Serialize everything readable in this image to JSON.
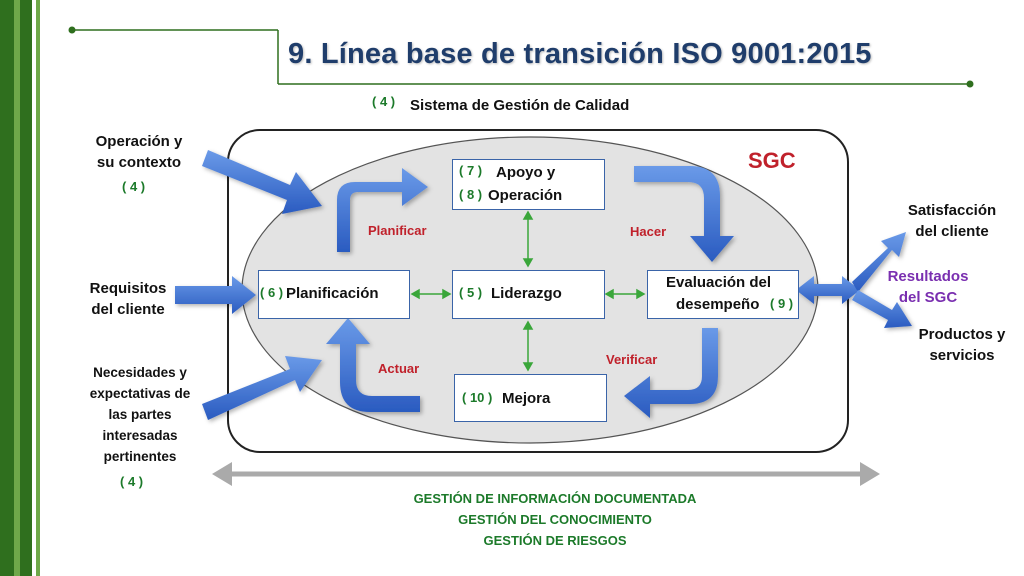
{
  "title": "9. Línea base de transición ISO 9001:2015",
  "sgc_header": {
    "num": "( 4 )",
    "label": "Sistema de Gestión de Calidad"
  },
  "sgc_label": "SGC",
  "inputs": {
    "operacion": {
      "line1": "Operación y",
      "line2": "su contexto",
      "num": "( 4 )"
    },
    "requisitos": {
      "line1": "Requisitos",
      "line2": "del cliente"
    },
    "necesidades": {
      "line1": "Necesidades y",
      "line2": "expectativas de",
      "line3": "las partes",
      "line4": "interesadas",
      "line5": "pertinentes",
      "num": "( 4 )"
    }
  },
  "boxes": {
    "apoyo": {
      "num1": "( 7 )",
      "num2": "( 8 )",
      "line1": "Apoyo y",
      "line2": "Operación"
    },
    "planificacion": {
      "num": "( 6 )",
      "label": "Planificación"
    },
    "liderazgo": {
      "num": "( 5 )",
      "label": "Liderazgo"
    },
    "evaluacion": {
      "line1": "Evaluación del",
      "line2": "desempeño",
      "num": "( 9 )"
    },
    "mejora": {
      "num": "( 10 )",
      "label": "Mejora"
    }
  },
  "pdca": {
    "planificar": "Planificar",
    "hacer": "Hacer",
    "verificar": "Verificar",
    "actuar": "Actuar"
  },
  "outputs": {
    "satisfaccion": {
      "line1": "Satisfacción",
      "line2": "del cliente"
    },
    "resultados": {
      "line1": "Resultados",
      "line2": "del SGC"
    },
    "productos": {
      "line1": "Productos y",
      "line2": "servicios"
    }
  },
  "footer": {
    "line1": "GESTIÓN DE INFORMACIÓN DOCUMENTADA",
    "line2": "GESTIÓN DEL CONOCIMIENTO",
    "line3": "GESTIÓN DE RIESGOS"
  },
  "colors": {
    "brand_green": "#2f6f1e",
    "title_blue": "#1f3d6b",
    "arrow_blue": "#3a6fd0",
    "accent_red": "#c0212b",
    "text_green": "#1c7a2a",
    "purple": "#7a2fb0"
  }
}
